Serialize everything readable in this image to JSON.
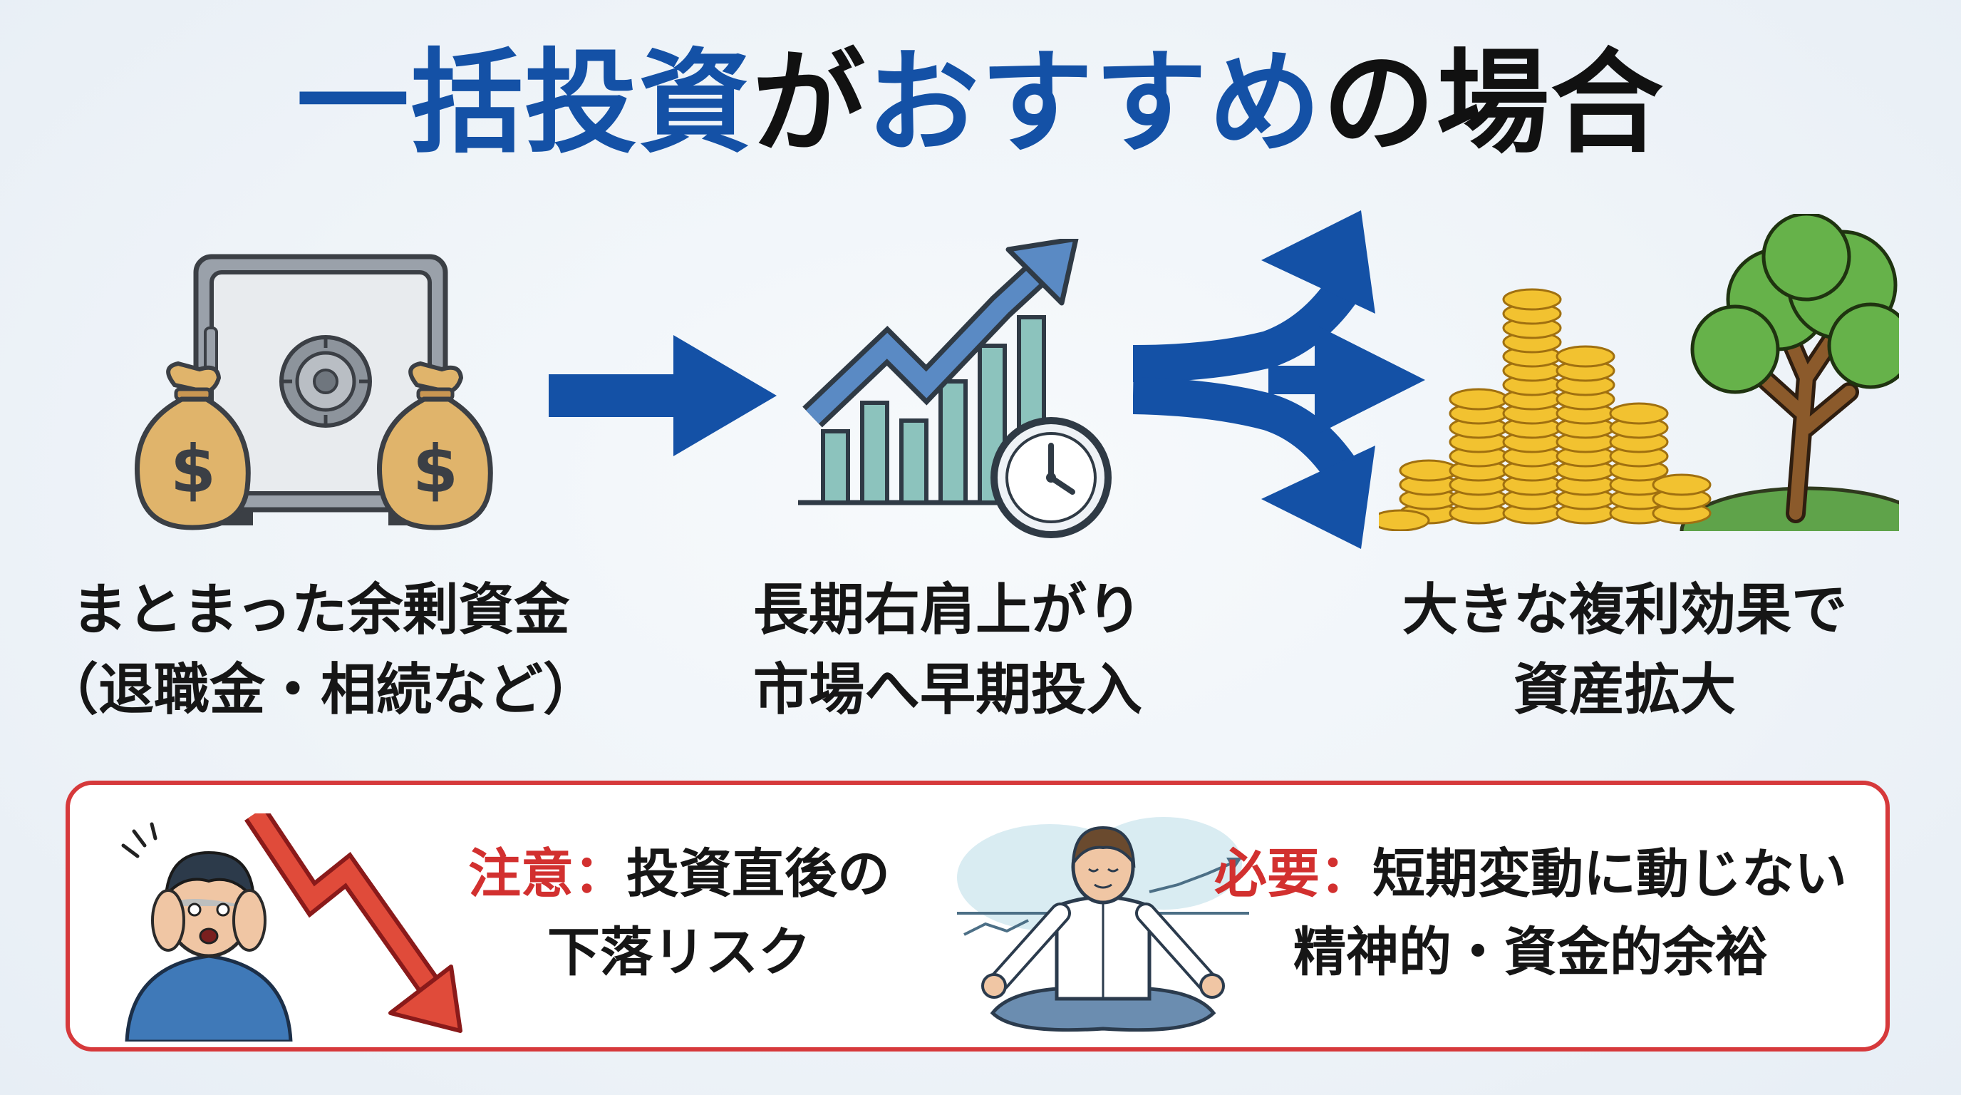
{
  "title": {
    "part1": "一括投資",
    "part2": "が",
    "part3": "おすすめ",
    "part4": "の場合"
  },
  "steps": [
    {
      "icon": "safe-with-money-bags-icon",
      "line1": "まとまった余剰資金",
      "line2": "（退職金・相続など）"
    },
    {
      "icon": "rising-chart-with-clock-icon",
      "line1": "長期右肩上がり",
      "line2": "市場へ早期投入"
    },
    {
      "icon": "coins-and-tree-icon",
      "line1": "大きな複利効果で",
      "line2": "資産拡大"
    }
  ],
  "notes": {
    "caution": {
      "label": "注意：",
      "line1": "投資直後の",
      "line2": "下落リスク",
      "icon": "worried-person-falling-arrow-icon"
    },
    "required": {
      "label": "必要：",
      "line1": "短期変動に動じない",
      "line2": "精神的・資金的余裕",
      "icon": "meditating-person-icon"
    }
  },
  "colors": {
    "accent_blue": "#1451a6",
    "text": "#111111",
    "caution_red": "#d2302f",
    "box_border": "#d6393b"
  }
}
